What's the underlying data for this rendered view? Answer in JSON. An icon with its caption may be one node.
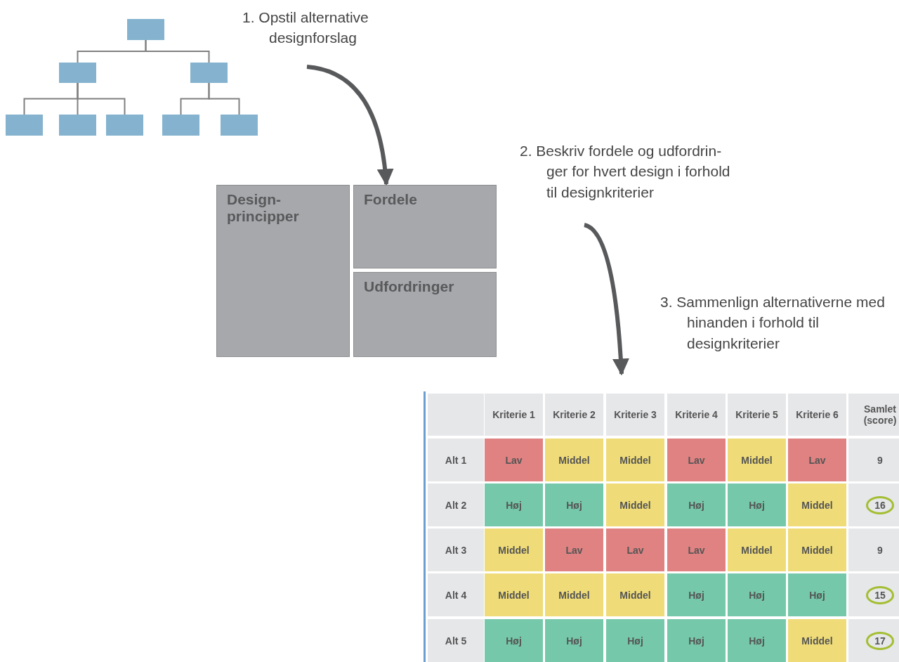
{
  "diagram": {
    "nodes": [
      {
        "text": [],
        "shape": "box"
      },
      {
        "text": [],
        "shape": "box"
      },
      {
        "text": [],
        "shape": "box"
      },
      {
        "text": [],
        "shape": "box"
      },
      {
        "text": [],
        "shape": "box"
      },
      {
        "text": [],
        "shape": "box"
      },
      {
        "text": [],
        "shape": "box"
      },
      {
        "text": [],
        "shape": "box"
      },
      {
        "text": [
          "1. Opstil alternative designforslag"
        ]
      },
      {
        "text": [
          "Design-principper"
        ]
      },
      {
        "text": [
          "Fordele"
        ]
      },
      {
        "text": [
          "Udfordringer"
        ]
      },
      {
        "text": [
          "2. Beskriv fordele og udfordrin-ger for hvert design i forhold til designkriterier"
        ]
      },
      {
        "text": [
          "3. Sammenlign alternativerne med hinanden i forhold til designkriterier"
        ]
      },
      {
        "text": [
          "16"
        ]
      },
      {
        "text": [
          "15"
        ]
      },
      {
        "text": [
          "17"
        ]
      }
    ],
    "edges": [
      {
        "from": 0,
        "to": 1,
        "arrow": "none"
      },
      {
        "from": 0,
        "to": 2,
        "arrow": "none"
      },
      {
        "from": 1,
        "to": 3,
        "arrow": "none"
      },
      {
        "from": 1,
        "to": 4,
        "arrow": "none"
      },
      {
        "from": 1,
        "to": 5,
        "arrow": "none"
      },
      {
        "from": 2,
        "to": 6,
        "arrow": "none"
      },
      {
        "from": 2,
        "to": 7,
        "arrow": "none"
      },
      {
        "from": 8,
        "to": 10,
        "arrow": "to",
        "style": "thick",
        "color": "#58595b"
      },
      {
        "from": 12,
        "to": null,
        "arrow": "to",
        "style": "thick",
        "color": "#58595b"
      }
    ],
    "labels": [
      "Kriterie 1",
      "Kriterie 2",
      "Kriterie 3",
      "Kriterie 4",
      "Kriterie 5",
      "Kriterie 6",
      "Samlet (score)",
      "Alt 1",
      "Lav",
      "Middel",
      "Middel",
      "Lav",
      "Middel",
      "Lav",
      "9",
      "Alt 2",
      "Høj",
      "Høj",
      "Middel",
      "Høj",
      "Høj",
      "Middel",
      "Alt 3",
      "Middel",
      "Lav",
      "Lav",
      "Lav",
      "Middel",
      "Middel",
      "9",
      "Alt 4",
      "Middel",
      "Middel",
      "Middel",
      "Høj",
      "Høj",
      "Høj",
      "Alt 5",
      "Høj",
      "Høj",
      "Høj",
      "Høj",
      "Høj",
      "Middel"
    ]
  }
}
